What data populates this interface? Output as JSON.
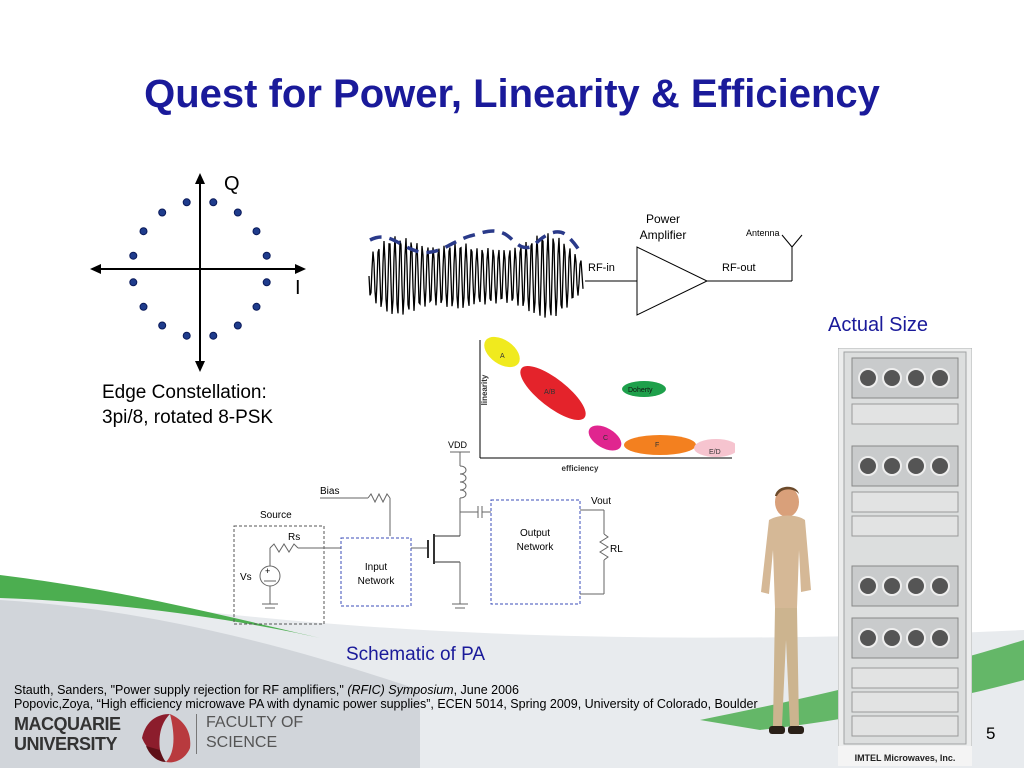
{
  "slide": {
    "title": "Quest for Power, Linearity & Efficiency",
    "page_number": "5"
  },
  "constellation": {
    "q_label": "Q",
    "i_label": "I",
    "caption_line1": "Edge Constellation:",
    "caption_line2": "3pi/8, rotated 8-PSK"
  },
  "pa_block": {
    "title_line1": "Power",
    "title_line2": "Amplifier",
    "rf_in": "RF-in",
    "rf_out": "RF-out",
    "antenna": "Antenna"
  },
  "tradeoff_chart": {
    "ylabel": "linearity",
    "xlabel": "efficiency",
    "classes": [
      "A",
      "A/B",
      "C",
      "F",
      "E/D",
      "Doherty"
    ]
  },
  "schematic": {
    "vdd": "VDD",
    "bias": "Bias",
    "source": "Source",
    "rs": "Rs",
    "vs": "Vs",
    "input_network_line1": "Input",
    "input_network_line2": "Network",
    "output_network_line1": "Output",
    "output_network_line2": "Network",
    "vout": "Vout",
    "rl": "RL",
    "caption": "Schematic of PA"
  },
  "rack": {
    "caption": "Actual Size",
    "brand": "IMTEL Microwaves, Inc."
  },
  "references": {
    "ref1_a": "Stauth, Sanders, \"Power supply rejection for RF amplifiers,\" ",
    "ref1_b": "(RFIC) Symposium",
    "ref1_c": ", June 2006",
    "ref2": "Popovic,Zoya, “High efficiency microwave PA with dynamic power supplies”, ECEN 5014, Spring 2009, University of Colorado, Boulder"
  },
  "logo": {
    "university_line1": "MACQUARIE",
    "university_line2": "UNIVERSITY",
    "faculty_line1": "FACULTY OF",
    "faculty_line2": "SCIENCE"
  },
  "colors": {
    "title": "#1a1a9a",
    "footer_wave": "#4cae50",
    "constellation_dot": "#1f3c8c",
    "logo_red": "#8c1d2c"
  }
}
